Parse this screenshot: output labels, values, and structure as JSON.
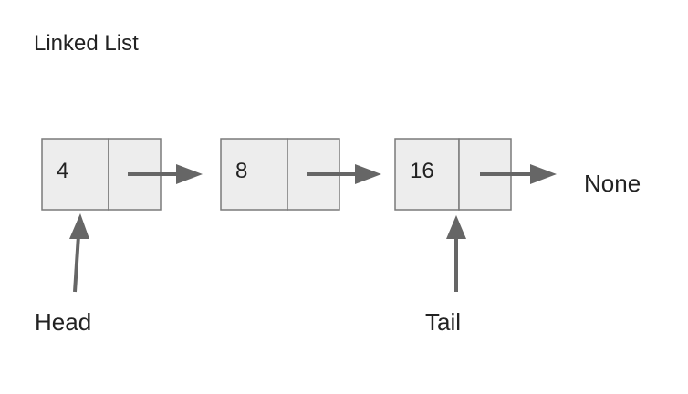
{
  "diagram": {
    "title": "Linked List",
    "nodes": [
      {
        "value": "4"
      },
      {
        "value": "8"
      },
      {
        "value": "16"
      }
    ],
    "terminal": "None",
    "pointers": {
      "head": "Head",
      "tail": "Tail"
    }
  },
  "colors": {
    "node_fill": "#ededed",
    "node_border": "#7a7a7a",
    "arrow": "#666666",
    "text": "#222222"
  }
}
